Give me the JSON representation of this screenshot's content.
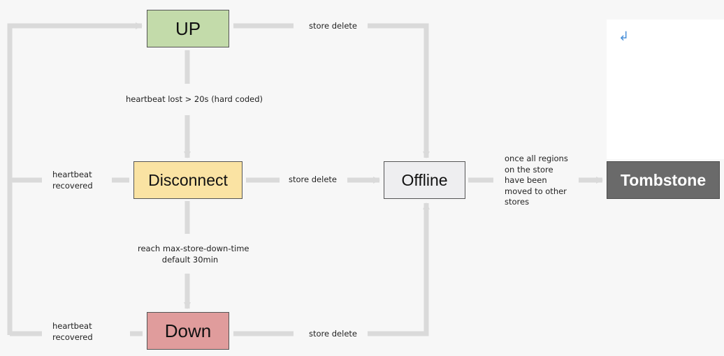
{
  "states": {
    "up": {
      "label": "UP",
      "color": "#c3dbaa"
    },
    "disconnect": {
      "label": "Disconnect",
      "color": "#fae3a3"
    },
    "down": {
      "label": "Down",
      "color": "#e09c9c"
    },
    "offline": {
      "label": "Offline",
      "color": "#eeeef0"
    },
    "tombstone": {
      "label": "Tombstone",
      "color": "#6a6a6a"
    }
  },
  "transitions": {
    "up_store_delete": "store delete",
    "heartbeat_lost": "heartbeat lost > 20s (hard coded)",
    "disconnect_heartbeat_recovered_1": "heartbeat",
    "disconnect_heartbeat_recovered_2": "recovered",
    "disconnect_store_delete": "store delete",
    "regions_moved_1": "once all regions",
    "regions_moved_2": "on the store",
    "regions_moved_3": "have been",
    "regions_moved_4": "moved to other",
    "regions_moved_5": "stores",
    "max_down_time_1": "reach max-store-down-time",
    "max_down_time_2": "default 30min",
    "down_heartbeat_recovered_1": "heartbeat",
    "down_heartbeat_recovered_2": "recovered",
    "down_store_delete": "store delete"
  },
  "icons": {
    "return_glyph": "↲"
  },
  "colors": {
    "arrow": "#dadada",
    "text": "#222222",
    "border": "#555555"
  }
}
